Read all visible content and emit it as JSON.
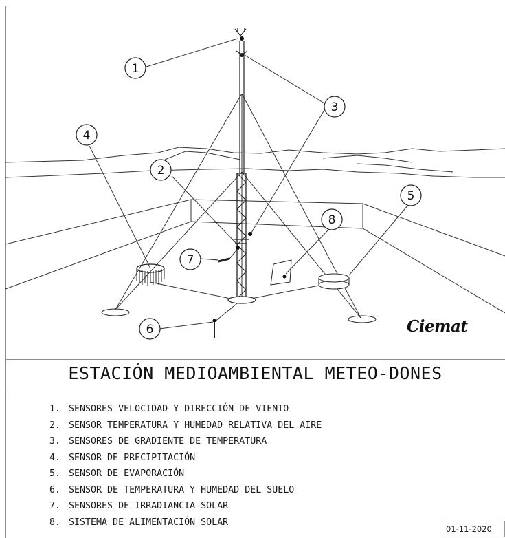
{
  "callouts": [
    "1",
    "2",
    "3",
    "4",
    "5",
    "6",
    "7",
    "8"
  ],
  "logo_text": "Ciemat",
  "title": "ESTACIÓN MEDIOAMBIENTAL METEO-DONES",
  "legend": [
    {
      "num": "1.",
      "text": "SENSORES VELOCIDAD Y DIRECCIÓN DE VIENTO"
    },
    {
      "num": "2.",
      "text": "SENSOR TEMPERATURA Y HUMEDAD RELATIVA DEL AIRE"
    },
    {
      "num": "3.",
      "text": "SENSORES DE GRADIENTE DE TEMPERATURA"
    },
    {
      "num": "4.",
      "text": "SENSOR DE PRECIPITACIÓN"
    },
    {
      "num": "5.",
      "text": "SENSOR DE EVAPORACIÓN"
    },
    {
      "num": "6.",
      "text": "SENSOR DE TEMPERATURA Y HUMEDAD DEL SUELO"
    },
    {
      "num": "7.",
      "text": "SENSORES DE IRRADIANCIA SOLAR"
    },
    {
      "num": "8.",
      "text": "SISTEMA DE ALIMENTACIÓN SOLAR"
    }
  ],
  "date": "01-11-2020",
  "colors": {
    "line": "#333333",
    "border": "#8c8c8c",
    "text": "#111111"
  }
}
